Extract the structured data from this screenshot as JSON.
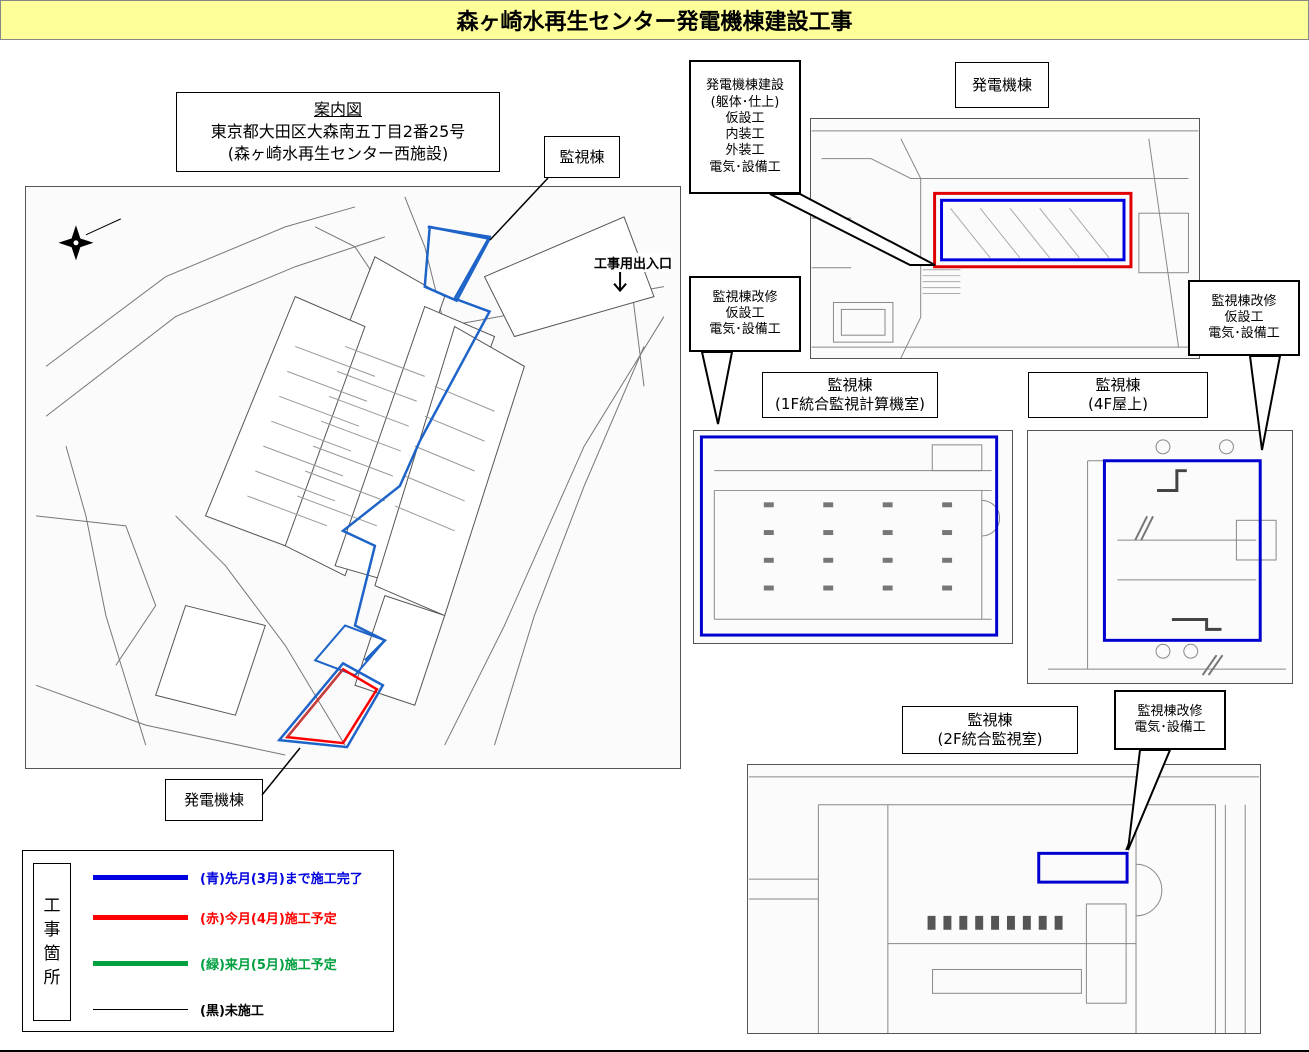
{
  "page_title": "森ヶ崎水再生センター発電機棟建設工事",
  "site_info": {
    "heading": "案内図",
    "address": "東京都大田区大森南五丁目2番25号",
    "facility": "(森ヶ崎水再生センター西施設)"
  },
  "map_labels": {
    "kanshi": "監視棟",
    "hatsuden": "発電機棟",
    "entrance": "工事用出入口"
  },
  "panels": {
    "hatsuden_title": "発電機棟",
    "kanshi_1f": [
      "監視棟",
      "(1F統合監視計算機室)"
    ],
    "kanshi_4f": [
      "監視棟",
      "(4F屋上)"
    ],
    "kanshi_2f": [
      "監視棟",
      "(2F統合監視室)"
    ]
  },
  "callouts": {
    "hatsuden_work": [
      "発電機棟建設",
      "(躯体･仕上)",
      "仮設工",
      "内装工",
      "外装工",
      "電気･設備工"
    ],
    "kanshi_1f_work": [
      "監視棟改修",
      "仮設工",
      "電気･設備工"
    ],
    "kanshi_4f_work": [
      "監視棟改修",
      "仮設工",
      "電気･設備工"
    ],
    "kanshi_2f_work": [
      "監視棟改修",
      "電気･設備工"
    ]
  },
  "legend": {
    "heading": [
      "工",
      "事",
      "箇",
      "所"
    ],
    "items": [
      {
        "text": "(青)先月(3月)まで施工完了",
        "color": "#0000e0"
      },
      {
        "text": "(赤)今月(4月)施工予定",
        "color": "#ff0000"
      },
      {
        "text": "(緑)来月(5月)施工予定",
        "color": "#00a040"
      },
      {
        "text": "(黒)未施工",
        "color": "#000000"
      }
    ]
  },
  "colors": {
    "title_bg": "#ffff99",
    "completed": "#0000e0",
    "this_month": "#ff0000",
    "next_month": "#00a040",
    "not_started": "#000000"
  }
}
